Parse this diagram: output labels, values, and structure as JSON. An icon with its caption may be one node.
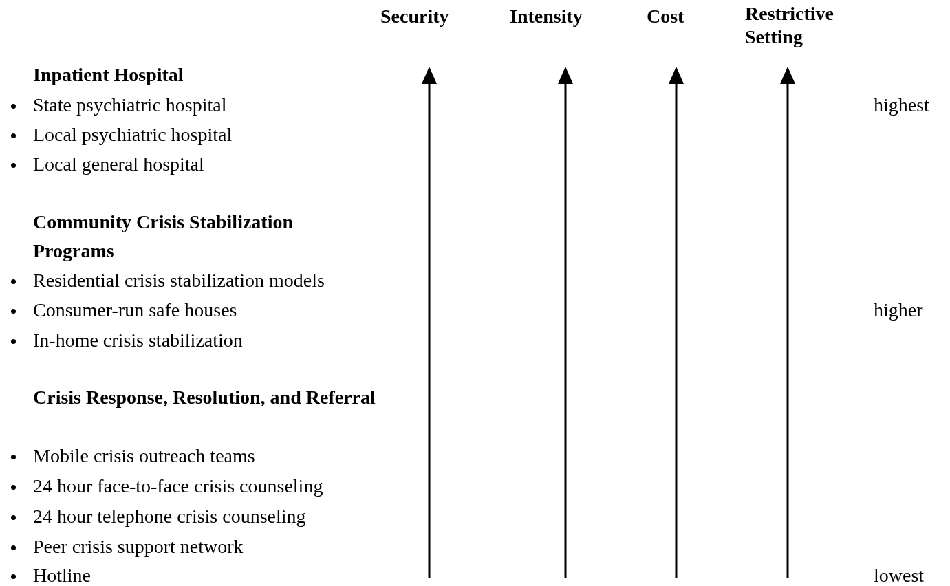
{
  "diagram": {
    "labels": [
      "Security",
      "Intensity",
      "Cost",
      "Restrictive Setting",
      "Inpatient Hospital",
      "State psychiatric hospital",
      "highest",
      "Local psychiatric hospital",
      "Local general hospital",
      "Community Crisis Stabilization Programs",
      "Residential crisis stabilization models",
      "Consumer-run safe houses",
      "higher",
      "In-home crisis stabilization",
      "Crisis Response, Resolution, and Referral",
      "Mobile crisis outreach teams",
      "24 hour face-to-face crisis counseling",
      "24 hour telephone crisis counseling",
      "Peer crisis support network",
      "Hotline",
      "lowest"
    ]
  }
}
